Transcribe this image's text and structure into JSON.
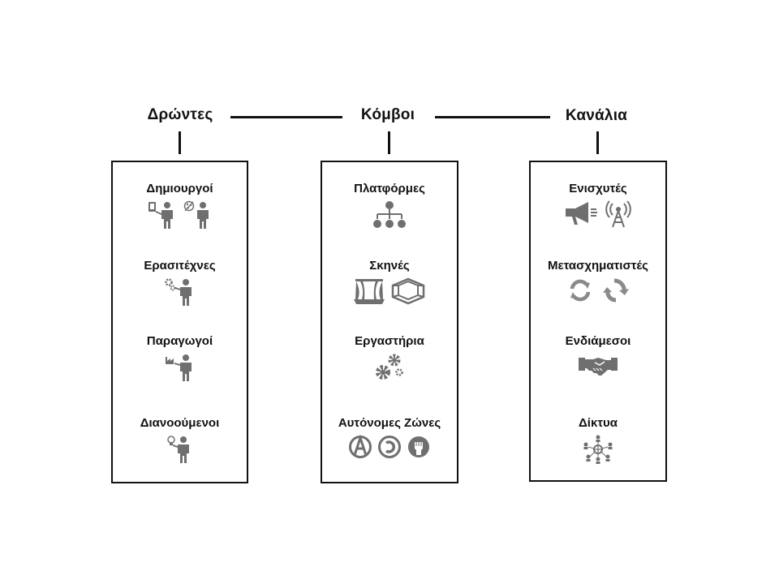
{
  "headers": {
    "actors": "Δρώντες",
    "nodes": "Κόμβοι",
    "channels": "Κανάλια"
  },
  "actors": {
    "items": [
      {
        "label": "Δημιουργοί",
        "icons": [
          "creator-tablet-person-icon",
          "creator-palette-person-icon"
        ]
      },
      {
        "label": "Ερασιτέχνες",
        "icons": [
          "amateur-gears-person-icon"
        ]
      },
      {
        "label": "Παραγωγοί",
        "icons": [
          "producer-factory-person-icon"
        ]
      },
      {
        "label": "Διανοούμενοι",
        "icons": [
          "intellectual-lightbulb-person-icon"
        ]
      }
    ]
  },
  "nodes": {
    "items": [
      {
        "label": "Πλατφόρμες",
        "icons": [
          "hierarchy-network-icon"
        ]
      },
      {
        "label": "Σκηνές",
        "icons": [
          "theater-stage-icon",
          "room-box-icon"
        ]
      },
      {
        "label": "Εργαστήρια",
        "icons": [
          "workshop-gears-icon"
        ]
      },
      {
        "label": "Αυτόνομες Ζώνες",
        "icons": [
          "anarchy-icon",
          "copyleft-icon",
          "fist-icon"
        ]
      }
    ]
  },
  "channels": {
    "items": [
      {
        "label": "Ενισχυτές",
        "icons": [
          "megaphone-icon",
          "broadcast-tower-icon"
        ]
      },
      {
        "label": "Μετασχηματιστές",
        "icons": [
          "cycle-arrows-icon",
          "rotate-arrows-icon"
        ]
      },
      {
        "label": "Ενδιάμεσοι",
        "icons": [
          "handshake-icon"
        ]
      },
      {
        "label": "Δίκτυα",
        "icons": [
          "people-network-icon"
        ]
      }
    ]
  },
  "colors": {
    "icon": "#6f6f6f",
    "line": "#111111"
  }
}
